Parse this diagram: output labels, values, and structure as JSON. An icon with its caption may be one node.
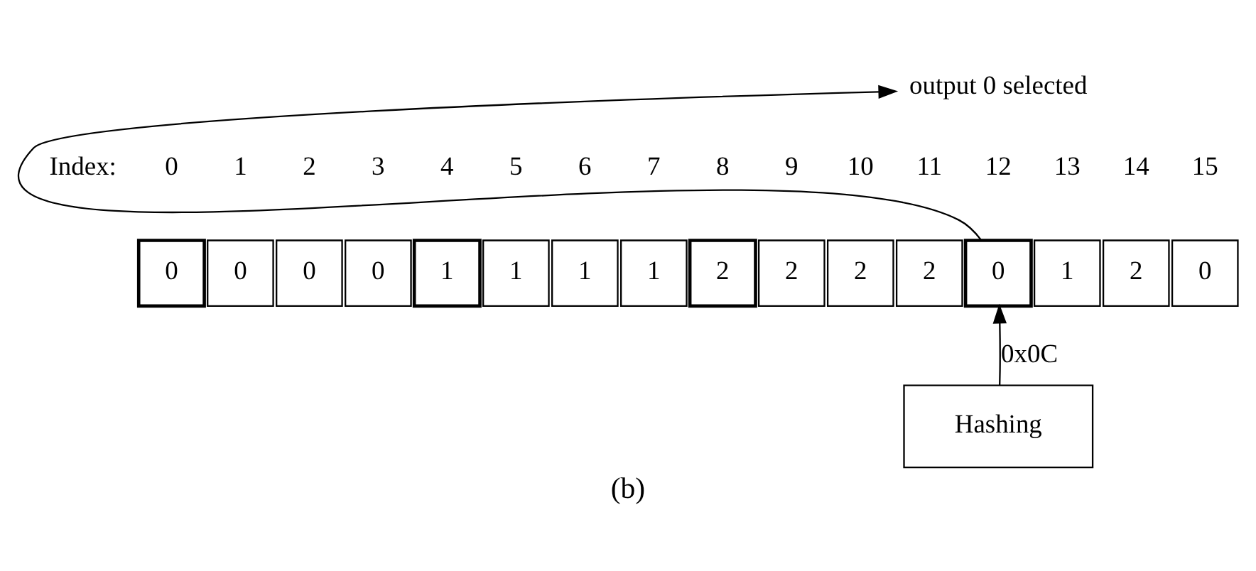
{
  "diagram": {
    "caption": "(b)",
    "nodes": [
      {
        "text": [
          "0"
        ]
      },
      {
        "text": [
          "0"
        ]
      },
      {
        "text": [
          "0"
        ]
      },
      {
        "text": [
          "0"
        ]
      },
      {
        "text": [
          "1"
        ]
      },
      {
        "text": [
          "1"
        ]
      },
      {
        "text": [
          "1"
        ]
      },
      {
        "text": [
          "1"
        ]
      },
      {
        "text": [
          "2"
        ]
      },
      {
        "text": [
          "2"
        ]
      },
      {
        "text": [
          "2"
        ]
      },
      {
        "text": [
          "2"
        ]
      },
      {
        "text": [
          "0"
        ]
      },
      {
        "text": [
          "1"
        ]
      },
      {
        "text": [
          "2"
        ]
      },
      {
        "text": [
          "0"
        ]
      },
      {
        "text": [
          "Hashing"
        ]
      },
      {
        "text": [
          "output 0 selected"
        ]
      }
    ],
    "edges": [
      {
        "from": 16,
        "to": 12,
        "arrow": "to",
        "label": "0x0C"
      },
      {
        "from": 12,
        "to": 17,
        "arrow": "to"
      }
    ],
    "labels": [
      "Index:",
      "0",
      "1",
      "2",
      "3",
      "4",
      "5",
      "6",
      "7",
      "8",
      "9",
      "10",
      "11",
      "12",
      "13",
      "14",
      "15"
    ]
  }
}
